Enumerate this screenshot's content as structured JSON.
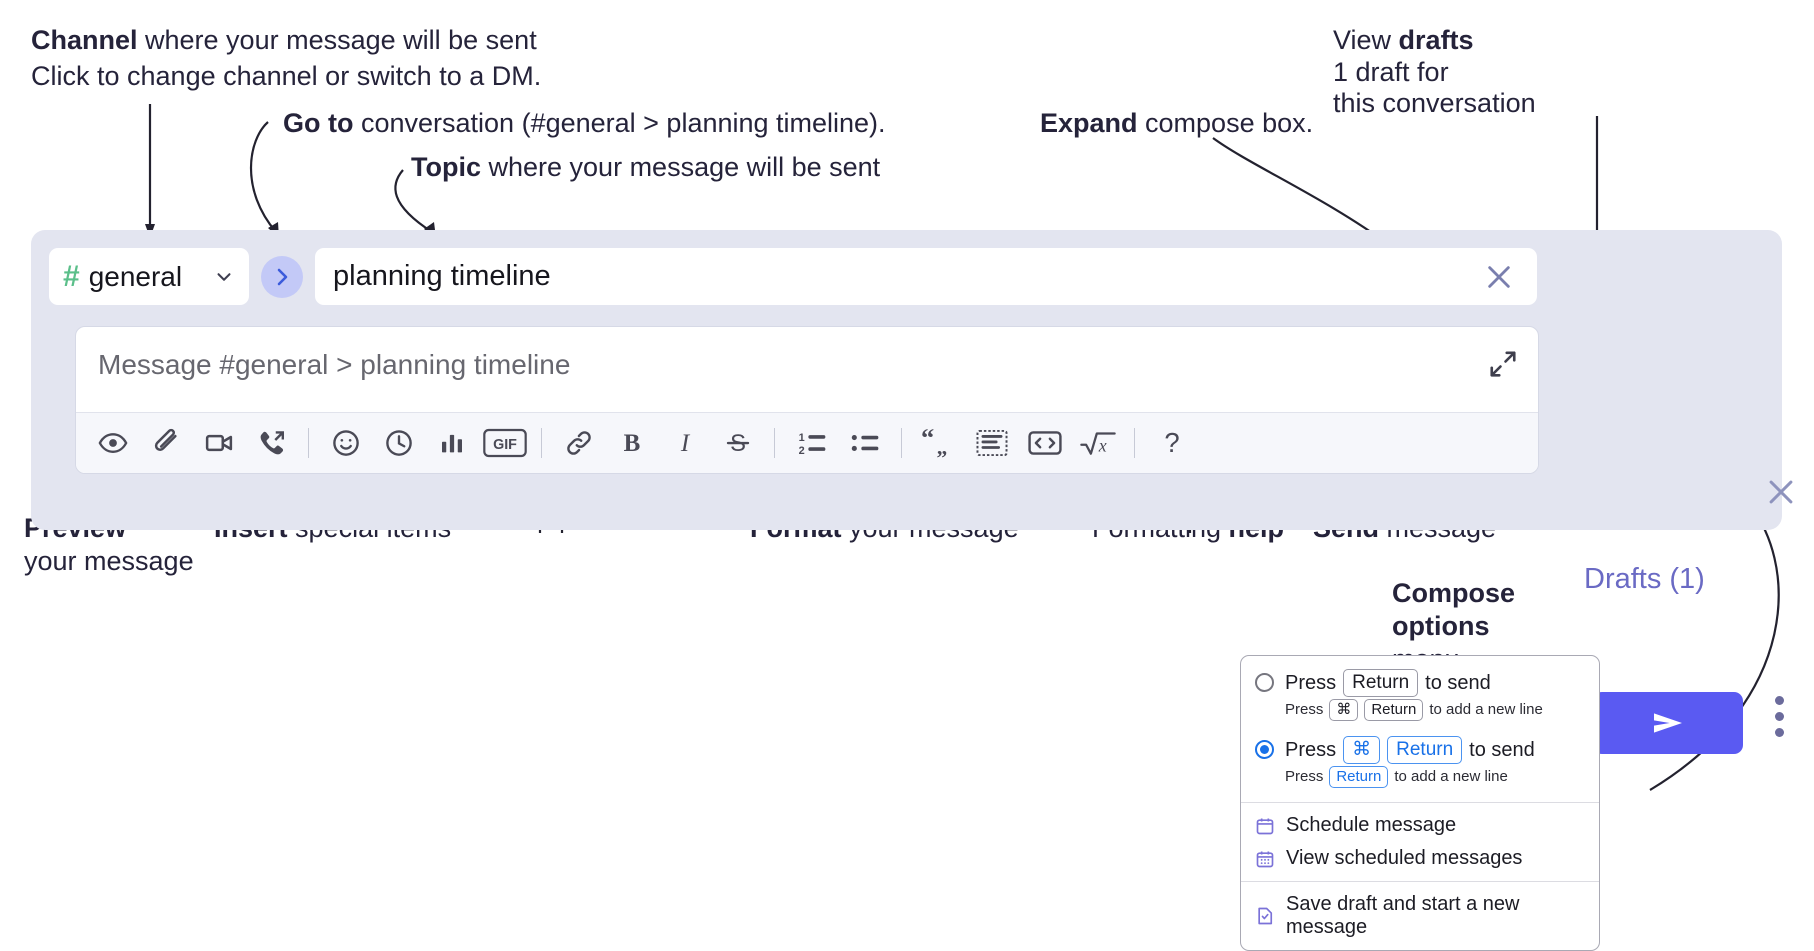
{
  "annotations": {
    "channel": {
      "bold": "Channel",
      "rest": " where your message will be sent",
      "sub": "Click to change channel or switch to a DM."
    },
    "goto": {
      "bold": "Go to",
      "rest": " conversation (#general > planning timeline)."
    },
    "topic": {
      "bold": "Topic",
      "rest": " where your message will be sent"
    },
    "expand": {
      "bold": "Expand",
      "rest": " compose box."
    },
    "drafts": {
      "line1a": "View ",
      "line1b": "drafts",
      "line2": "1 draft for",
      "line3": "this conversation"
    },
    "preview": {
      "bold": "Preview",
      "line2": "your message"
    },
    "insert": {
      "bold": "Insert",
      "rest": " special items"
    },
    "format": {
      "bold": "Format",
      "rest": " your message"
    },
    "help": {
      "rest": "Formatting ",
      "bold": "help"
    },
    "send": {
      "bold": "Send",
      "rest": " message"
    },
    "compose_options": {
      "line1": "Compose",
      "line2": "options",
      "line3": "menu"
    }
  },
  "compose": {
    "channel_name": "general",
    "hash_symbol": "#",
    "chevron": "⌄",
    "goto_chevron": "›",
    "topic_value": "planning timeline",
    "message_placeholder": "Message #general > planning timeline",
    "drafts_label": "Drafts (1)",
    "toolbar_left": [
      {
        "name": "preview-icon",
        "label": "Preview"
      },
      {
        "name": "attachment-icon",
        "label": "Attach file"
      },
      {
        "name": "video-icon",
        "label": "Record video clip"
      },
      {
        "name": "audio-call-icon",
        "label": "Record audio clip"
      }
    ],
    "toolbar_insert": [
      {
        "name": "emoji-icon",
        "label": "Emoji"
      },
      {
        "name": "clock-icon",
        "label": "Schedule"
      },
      {
        "name": "bar-chart-icon",
        "label": "Poll"
      },
      {
        "name": "gif-icon",
        "label": "GIF"
      }
    ],
    "gif_text": "GIF",
    "toolbar_format": [
      {
        "name": "link-icon",
        "label": "Link"
      },
      {
        "name": "bold-icon",
        "label": "B"
      },
      {
        "name": "italic-icon",
        "label": "I"
      },
      {
        "name": "strikethrough-icon",
        "label": "S"
      }
    ],
    "toolbar_lists": [
      {
        "name": "ordered-list-icon",
        "label": "Ordered list"
      },
      {
        "name": "bulleted-list-icon",
        "label": "Bulleted list"
      }
    ],
    "toolbar_blocks": [
      {
        "name": "blockquote-icon",
        "label": "Blockquote"
      },
      {
        "name": "code-block-icon",
        "label": "Code block"
      },
      {
        "name": "code-snippet-icon",
        "label": "Code snippet"
      },
      {
        "name": "math-icon",
        "label": "Math"
      }
    ],
    "help_glyph": "?",
    "bold_glyph": "B",
    "italic_glyph": "I",
    "strike_glyph": "S",
    "math_glyph": "x"
  },
  "menu": {
    "options": [
      {
        "selected": false,
        "main_prefix": "Press",
        "main_key": "Return",
        "main_suffix": "to send",
        "sub_prefix": "Press",
        "sub_key1": "⌘",
        "sub_key2": "Return",
        "sub_suffix": "to add a new line"
      },
      {
        "selected": true,
        "main_prefix": "Press",
        "main_key1": "⌘",
        "main_key2": "Return",
        "main_suffix": "to send",
        "sub_prefix": "Press",
        "sub_key": "Return",
        "sub_suffix": "to add a new line"
      }
    ],
    "items": [
      {
        "icon": "calendar-icon",
        "label": "Schedule message"
      },
      {
        "icon": "calendar-grid-icon",
        "label": "View scheduled messages"
      },
      {
        "icon": "save-draft-icon",
        "label": "Save draft and start a new message"
      }
    ]
  },
  "colors": {
    "panel_bg": "#e3e5f0",
    "send_button": "#5a5af2",
    "accent_blue": "#1971e8",
    "hash_green": "#5bbf8a",
    "drafts_purple": "#6a6ac4",
    "menu_icon_purple": "#7b72d8"
  }
}
